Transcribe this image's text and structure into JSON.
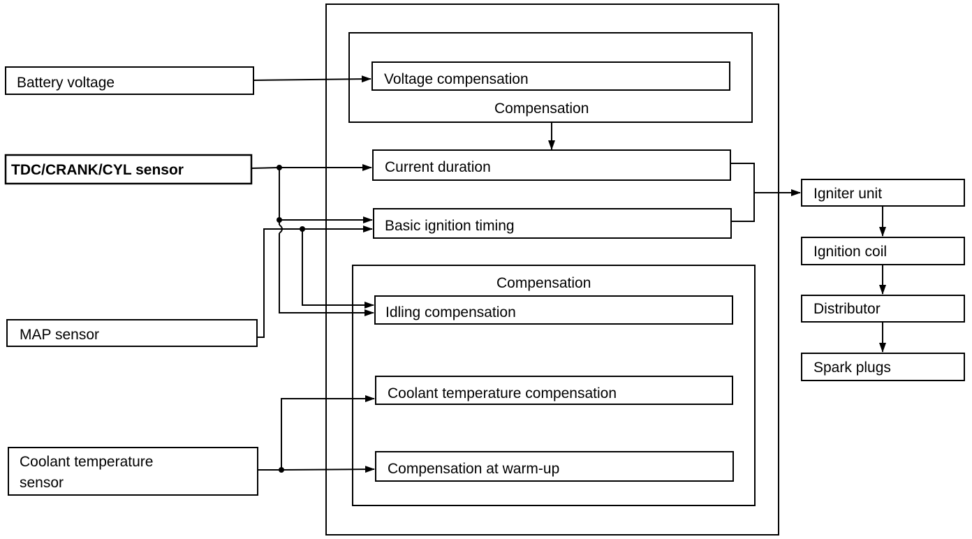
{
  "inputs": {
    "battery_voltage": "Battery voltage",
    "tdc_sensor": "TDC/CRANK/CYL sensor",
    "map_sensor": "MAP sensor",
    "coolant_sensor_line1": "Coolant temperature",
    "coolant_sensor_line2": "sensor"
  },
  "ecu": {
    "upper_compensation_label": "Compensation",
    "voltage_compensation": "Voltage compensation",
    "current_duration": "Current duration",
    "basic_ignition_timing": "Basic ignition timing",
    "lower_compensation_label": "Compensation",
    "idling_compensation": "Idling compensation",
    "coolant_temperature_compensation": "Coolant temperature compensation",
    "compensation_at_warmup": "Compensation at warm-up"
  },
  "outputs": {
    "igniter_unit": "Igniter unit",
    "ignition_coil": "Ignition coil",
    "distributor": "Distributor",
    "spark_plugs": "Spark plugs"
  }
}
